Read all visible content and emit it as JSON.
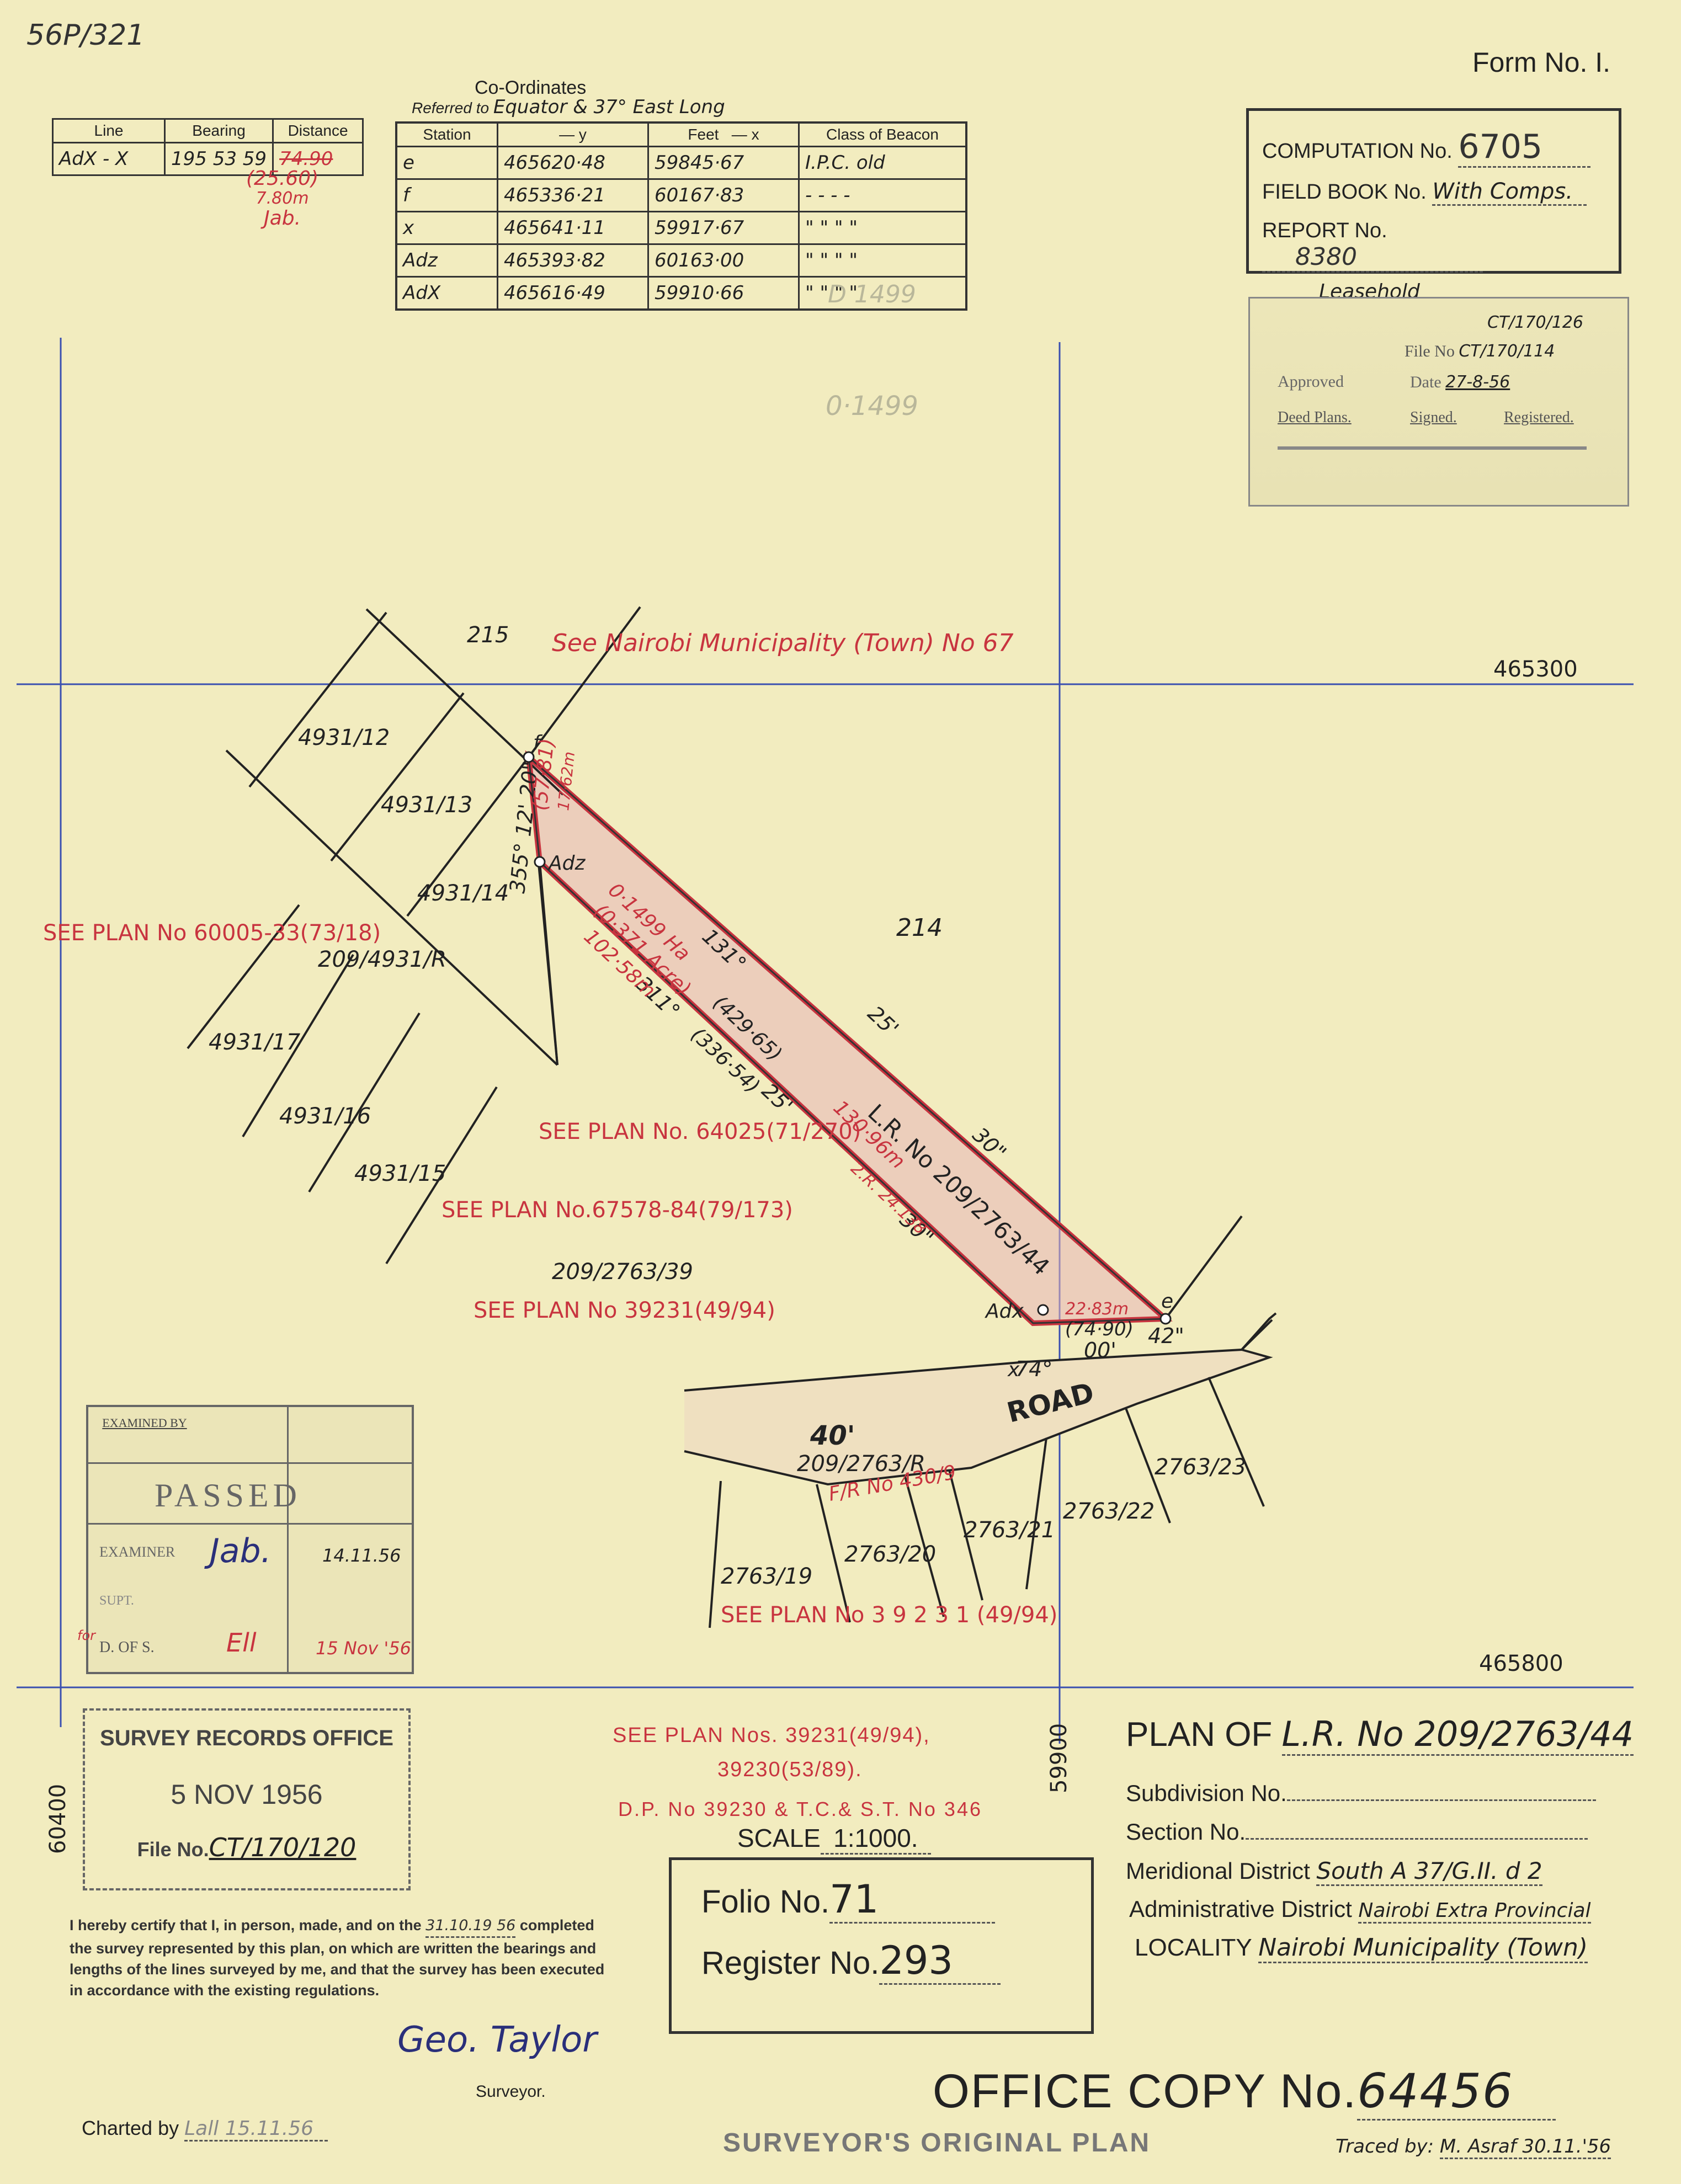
{
  "header": {
    "corner_ref": "56P/321",
    "form_no": "Form No. I."
  },
  "line_table": {
    "headers": [
      "Line",
      "Bearing",
      "Distance"
    ],
    "row": {
      "line": "AdX - X",
      "bearing": "195 53 59",
      "distance_struck": "74.90"
    },
    "corrections": [
      "(25.60)",
      "7.80m",
      "Jab."
    ]
  },
  "coordinates": {
    "title": "Co-Ordinates",
    "referred_label": "Referred to",
    "referred_value": "Equator & 37° East Long",
    "headers": {
      "station": "Station",
      "y": "— y",
      "feet": "Feet",
      "x": "— x",
      "beacon": "Class of Beacon"
    },
    "rows": [
      {
        "station": "e",
        "y": "465620·48",
        "x": "59845·67",
        "beacon": "I.P.C. old"
      },
      {
        "station": "f",
        "y": "465336·21",
        "x": "60167·83",
        "beacon": "- - - -"
      },
      {
        "station": "x",
        "y": "465641·11",
        "x": "59917·67",
        "beacon": "\" \" \"   \""
      },
      {
        "station": "Adz",
        "y": "465393·82",
        "x": "60163·00",
        "beacon": "\" \" \"   \""
      },
      {
        "station": "AdX",
        "y": "465616·49",
        "x": "59910·66",
        "beacon": "\" \" \"   \""
      }
    ],
    "pencil_note": "D 1499",
    "pencil_note2": "0·1499"
  },
  "computation": {
    "computation_label": "COMPUTATION No.",
    "computation_value": "6705",
    "fieldbook_label": "FIELD BOOK No.",
    "fieldbook_value": "With Comps.",
    "report_label": "REPORT No.",
    "report_value": "8380"
  },
  "leasehold_stamp": {
    "handwritten_top": "Leasehold",
    "ref1": "CT/170/126",
    "file_label": "File No",
    "file_value": "CT/170/114",
    "approved_label": "Approved",
    "date_label": "Date",
    "date_value": "27-8-56",
    "deed_label": "Deed Plans.",
    "signed_label": "Signed.",
    "registered_label": "Registered."
  },
  "map": {
    "grid_north_top": "465300",
    "grid_north_bottom": "465800",
    "grid_east_left": "60400",
    "grid_east_right": "59900",
    "parcel_215": "215",
    "see_nairobi": "See   Nairobi   Municipality (Town) No 67",
    "parcel_214": "214",
    "p4931_12": "4931/12",
    "p4931_13": "4931/13",
    "p4931_14": "4931/14",
    "p4931_r": "209/4931/R",
    "p4931_17": "4931/17",
    "p4931_16": "4931/16",
    "p4931_15": "4931/15",
    "see_plan_60005": "SEE PLAN No  60005-33(73/18)",
    "see_plan_64025": "SEE PLAN No. 64025(71/270)",
    "see_plan_67578": "SEE PLAN No.67578-84(79/173)",
    "p2763_39": "209/2763/39",
    "see_plan_39231a": "SEE PLAN No  39231(49/94)",
    "plot_label": "L.R. No 209/2763/44",
    "area_ha": "0·1499 Ha",
    "area_acre": "(0·371 Acre)",
    "len1": "(429·65)",
    "len1m": "130·96m",
    "len2m": "102·58m",
    "len2": "(336·54)",
    "len3": "(57·81)",
    "len3m": "17·62m",
    "len4m": "22·83m",
    "len4": "(74·90)",
    "bearing_131": "131°",
    "bearing_25": "25'",
    "bearing_30": "30\"",
    "bearing_311": "311°",
    "bearing_25b": "25'",
    "bearing_30b": "30\"",
    "bearing_355": "355° 12' 20\"",
    "bearing_74": "74°",
    "bearing_00": "00'",
    "bearing_42": "42\"",
    "station_f": "f",
    "station_adz": "Adz",
    "station_adx": "Adx",
    "station_x": "x",
    "station_e": "e",
    "road_width": "40'",
    "road": "ROAD",
    "p2763_r": "209/2763/R",
    "fr_no": "F/R No 430/9",
    "p2763_19": "2763/19",
    "p2763_20": "2763/20",
    "p2763_21": "2763/21",
    "p2763_22": "2763/22",
    "p2763_23": "2763/23",
    "see_plan_39231b": "SEE PLAN No   3 9 2 3 1 (49/94)",
    "inside_note": "2.R. 24.138"
  },
  "examined_stamp": {
    "examined_by": "EXAMINED BY",
    "passed": "PASSED",
    "examiner_label": "EXAMINER",
    "examiner_sig": "Jab.",
    "examiner_date": "14.11.56",
    "supt_label": "SUPT.",
    "dos_label": "D. OF S.",
    "dos_prefix": "for",
    "dos_sig": "Ell",
    "dos_date": "15 Nov '56"
  },
  "records_stamp": {
    "title": "SURVEY RECORDS OFFICE",
    "date": "5 NOV 1956",
    "file_label": "File No.",
    "file_value": "CT/170/120"
  },
  "see_plan_bottom": {
    "line1": "SEE PLAN Nos. 39231(49/94),",
    "line2": "39230(53/89).",
    "line3": "D.P. No 39230 & T.C.& S.T. No 346",
    "scale_label": "SCALE",
    "scale_value": "1:1000."
  },
  "title_block": {
    "plan_of": "PLAN OF",
    "plan_value": "L.R. No 209/2763/44",
    "subdivision_label": "Subdivision No.",
    "section_label": "Section No.",
    "meridional_label": "Meridional District",
    "meridional_value": "South A 37/G.II. d 2",
    "admin_label": "Administrative District",
    "admin_value": "Nairobi Extra Provincial",
    "locality_label": "LOCALITY",
    "locality_value": "Nairobi   Municipality (Town)"
  },
  "folio": {
    "folio_label": "Folio  No.",
    "folio_value": "71",
    "register_label": "Register  No.",
    "register_value": "293"
  },
  "certificate": {
    "text_a": "I hereby certify that I, in person, made, and on the",
    "date": "31.10.19 56",
    "text_b": "completed the survey represented by this plan, on which are written the bearings and lengths of the lines surveyed by me, and that the survey has been executed in accordance with the existing regulations.",
    "signature": "Geo. Taylor",
    "surveyor_label": "Surveyor.",
    "charted_label": "Charted by",
    "charted_value": "Lall 15.11.56"
  },
  "footer": {
    "office_copy_label": "OFFICE COPY No.",
    "office_copy_value": "64456",
    "original_plan": "SURVEYOR'S ORIGINAL PLAN",
    "traced_label": "Traced by:",
    "traced_value": "M. Asraf 30.11.'56"
  },
  "colors": {
    "paper": "#f2ecbf",
    "grid": "#3a4fb0",
    "red_ink": "#c8343f",
    "plot_fill": "#e8b6b8",
    "road_fill": "#efe0c0",
    "ink": "#222222"
  }
}
